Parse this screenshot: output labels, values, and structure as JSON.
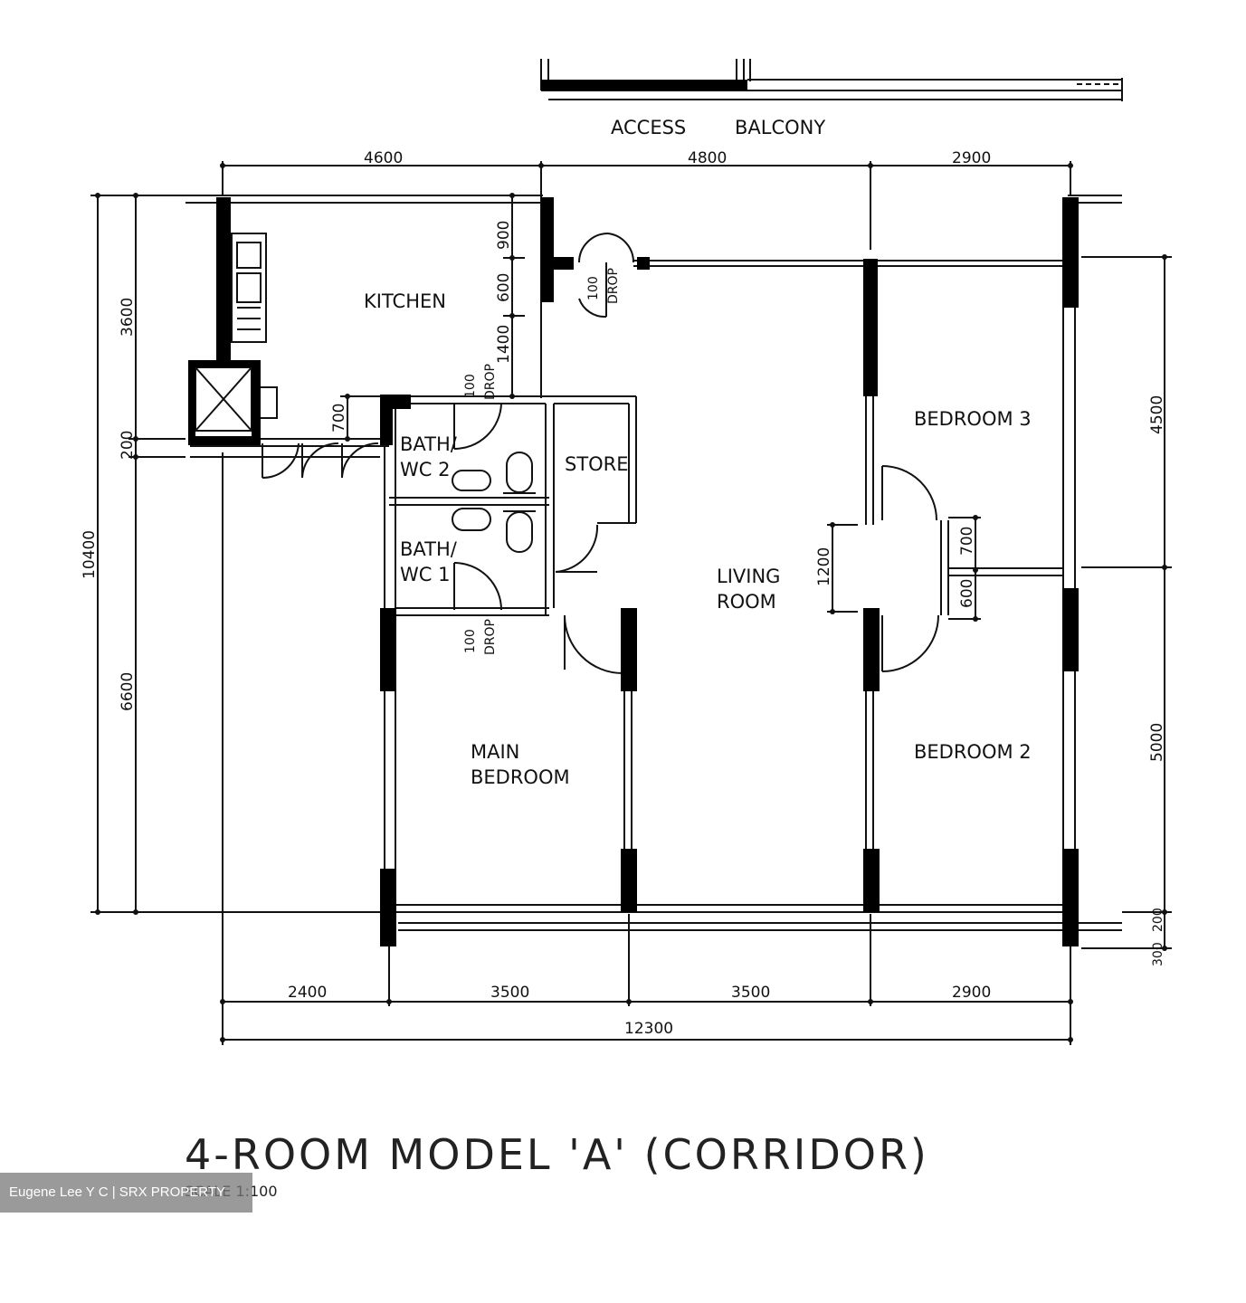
{
  "balcony_label": {
    "left": "ACCESS",
    "right": "BALCONY"
  },
  "rooms": {
    "kitchen": "KITCHEN",
    "bath_wc2": [
      "BATH/",
      "WC 2"
    ],
    "bath_wc1": [
      "BATH/",
      "WC 1"
    ],
    "store": "STORE",
    "living_room": [
      "LIVING",
      "ROOM"
    ],
    "bedroom3": "BEDROOM 3",
    "bedroom2": "BEDROOM 2",
    "main_bedroom": [
      "MAIN",
      "BEDROOM"
    ]
  },
  "drop_notes": {
    "kitchen_door": [
      "100",
      "DROP"
    ],
    "bath_wc2": [
      "100",
      "DROP"
    ],
    "bath_wc1": [
      "100",
      "DROP"
    ]
  },
  "dimensions": {
    "top": [
      "4600",
      "4800",
      "2900"
    ],
    "bottom": [
      "2400",
      "3500",
      "3500",
      "2900"
    ],
    "overall": "12300",
    "left": [
      "3600",
      "200",
      "6600",
      "10400"
    ],
    "right": [
      "4500",
      "5000",
      "200",
      "300"
    ],
    "inner": [
      "900",
      "600",
      "1400",
      "700",
      "1200",
      "700",
      "600"
    ]
  },
  "title": "4-ROOM MODEL 'A' (CORRIDOR)",
  "scale": "SCALE 1:100",
  "watermark": "Eugene Lee Y C | SRX PROPERTY"
}
